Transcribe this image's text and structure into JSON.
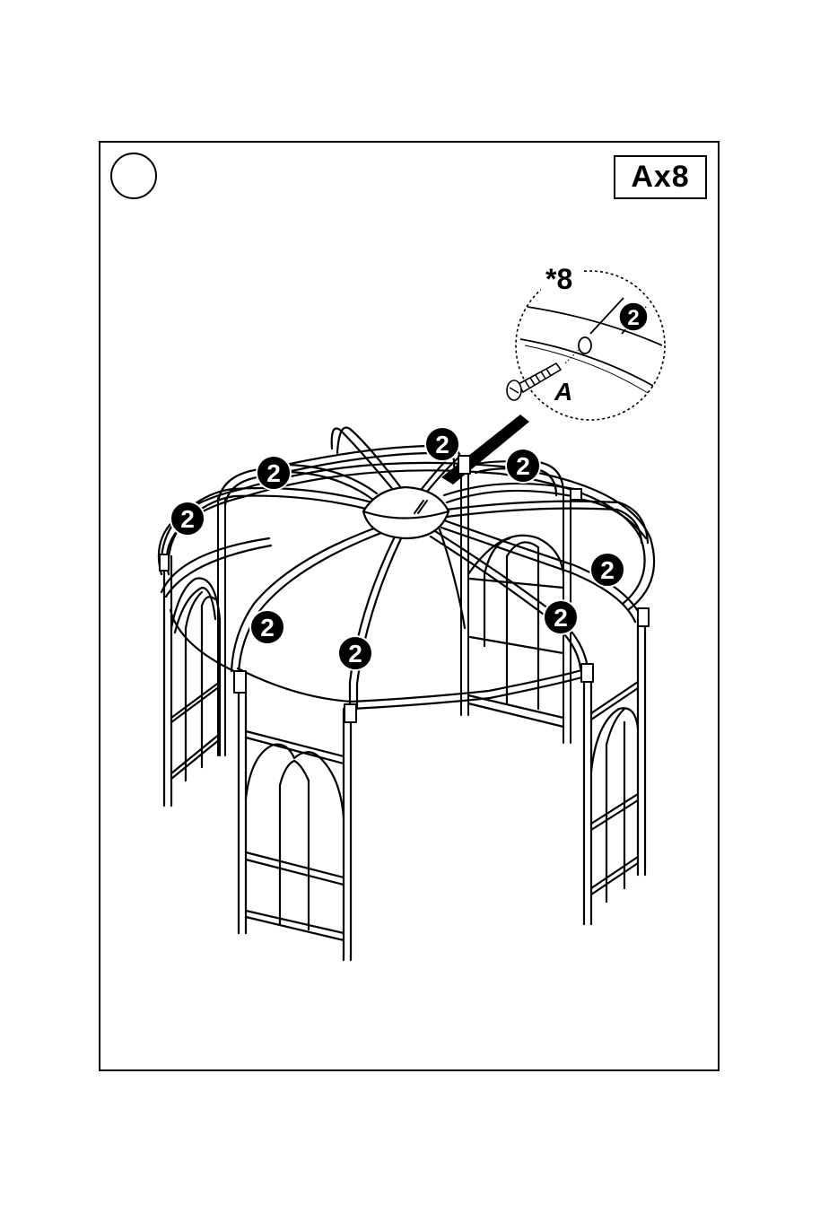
{
  "step": {
    "number": ""
  },
  "parts": {
    "label": "Ax8"
  },
  "detail": {
    "multiplier": "*8",
    "part_label": "A",
    "rod_badge": "2"
  },
  "badges": [
    "2",
    "2",
    "2",
    "2",
    "2",
    "2",
    "2",
    "2"
  ]
}
